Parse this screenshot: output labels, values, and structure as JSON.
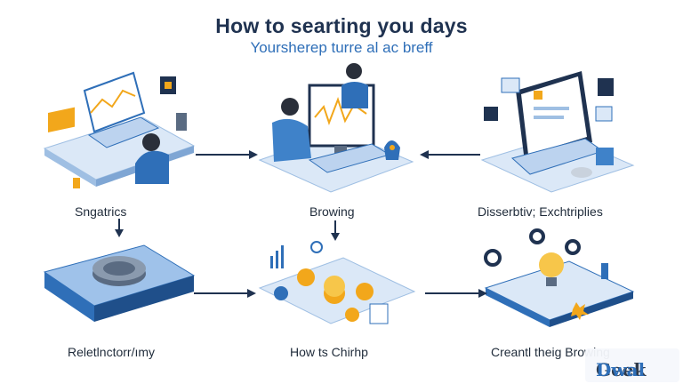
{
  "title": "How to searting you days",
  "subtitle": "Yoursherep turre al ac breff",
  "steps": [
    {
      "label": "Sngatrics"
    },
    {
      "label": "Browing"
    },
    {
      "label": "Disserbtiv; Exchtriplies"
    },
    {
      "label": "Reletlnctorr/ımy"
    },
    {
      "label": "How ts Chirhp"
    },
    {
      "label": "Creantl theig Browing"
    }
  ],
  "watermark": {
    "part1": "Geek",
    "part2": "Dwal"
  },
  "colors": {
    "primary": "#2f6fb8",
    "dark": "#1f3250",
    "light": "#dbe8f7",
    "accent": "#f2a71b"
  }
}
